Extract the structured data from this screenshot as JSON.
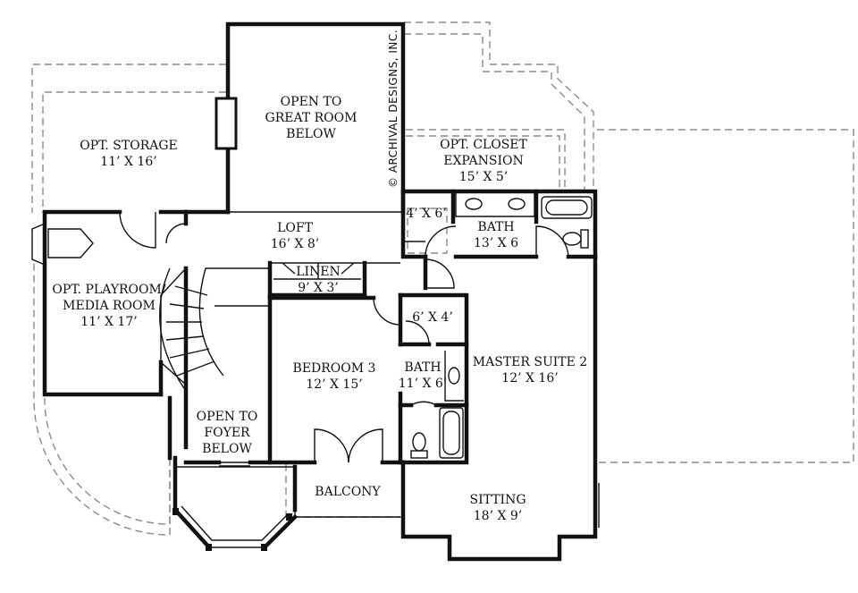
{
  "copyright": "© ARCHIVAL DESIGNS, INC.",
  "rooms": {
    "great_room": [
      "OPEN TO",
      "GREAT ROOM",
      "BELOW"
    ],
    "storage": [
      "OPT. STORAGE",
      "11’ X 16’"
    ],
    "closet": [
      "OPT. CLOSET",
      "EXPANSION",
      "15’ X 5’"
    ],
    "loft": [
      "LOFT",
      "16’ X 8’"
    ],
    "linen": [
      "LINEN",
      "9’ X 3’"
    ],
    "bath_upper": [
      "BATH",
      "13’ X 6"
    ],
    "closet_4x6": [
      "4’ X 6’"
    ],
    "playroom": [
      "OPT. PLAYROOM/",
      "MEDIA ROOM",
      "11’ X 17’"
    ],
    "closet_6x4": [
      "6’ X 4’"
    ],
    "bedroom3": [
      "BEDROOM 3",
      "12’ X 15’"
    ],
    "bath_mid": [
      "BATH",
      "11’ X 6’"
    ],
    "master": [
      "MASTER SUITE 2",
      "12’ X 16’"
    ],
    "foyer": [
      "OPEN TO",
      "FOYER",
      "BELOW"
    ],
    "balcony": [
      "BALCONY"
    ],
    "sitting": [
      "SITTING",
      "18’ X 9’"
    ]
  }
}
